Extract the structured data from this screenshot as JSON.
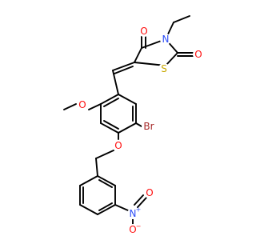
{
  "molecule": {
    "atoms": {
      "o_top": {
        "text": "O",
        "color": "#ff0d0d"
      },
      "n_ring": {
        "text": "N",
        "color": "#3050f8"
      },
      "o_right": {
        "text": "O",
        "color": "#ff0d0d"
      },
      "s_ring": {
        "text": "S",
        "color": "#c8a800"
      },
      "br": {
        "text": "Br",
        "color": "#a62929"
      },
      "o_methoxy": {
        "text": "O",
        "color": "#ff0d0d"
      },
      "o_ether": {
        "text": "O",
        "color": "#ff0d0d"
      },
      "n_nitro": {
        "text": "N",
        "color": "#3050f8"
      },
      "o_nitro_top": {
        "text": "O",
        "color": "#ff0d0d"
      },
      "o_nitro_bottom": {
        "text": "O",
        "color": "#ff0d0d"
      }
    },
    "charges": {
      "n_nitro_plus": "+",
      "o_nitro_minus": "−"
    }
  }
}
